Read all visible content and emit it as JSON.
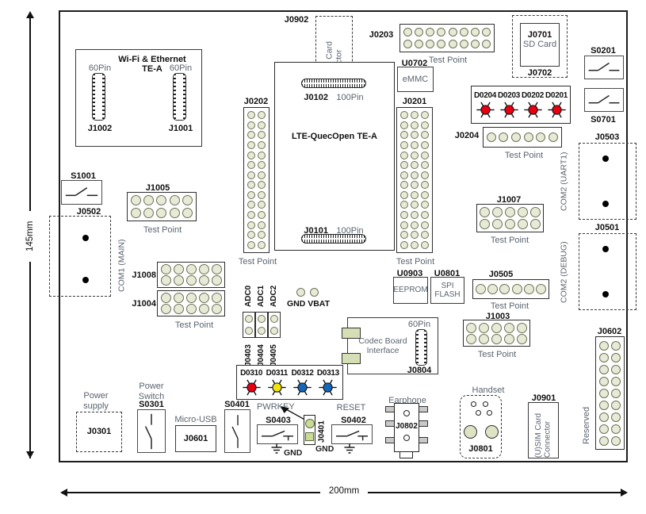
{
  "dimensions": {
    "height": "145mm",
    "width": "200mm"
  },
  "colors": {
    "led_red": "#e60012",
    "led_yellow": "#f2e409",
    "led_blue": "#1467b8",
    "pin_fill": "#e7ead6"
  },
  "components": {
    "wifi": {
      "title": "Wi-Fi & Ethernet TE-A",
      "left": {
        "pins": "60Pin",
        "ref": "J1002"
      },
      "right": {
        "pins": "60Pin",
        "ref": "J1001"
      }
    },
    "sim_top": {
      "ref": "J0902",
      "label": "(U)SIM Card Connector"
    },
    "j0203": {
      "ref": "J0203",
      "caption": "Test Point",
      "rows": 2,
      "cols": 8
    },
    "sd": {
      "outer": "J0702",
      "inner": "J0701",
      "label": "SD Card"
    },
    "s0201": {
      "ref": "S0201"
    },
    "s0701": {
      "ref": "S0701"
    },
    "emmc": {
      "ref": "U0702",
      "label": "eMMC"
    },
    "leds_top": {
      "items": [
        {
          "ref": "D0204",
          "color": "#e60012"
        },
        {
          "ref": "D0203",
          "color": "#e60012"
        },
        {
          "ref": "D0202",
          "color": "#e60012"
        },
        {
          "ref": "D0201",
          "color": "#e60012"
        }
      ]
    },
    "j0204": {
      "ref": "J0204",
      "caption": "Test Point",
      "rows": 1,
      "cols": 6
    },
    "com_uart1": {
      "ref": "J0503",
      "label": "COM2 (UART1)"
    },
    "com_debug": {
      "ref": "J0501",
      "label": "COM2 (DEBUG)"
    },
    "module": {
      "title": "LTE-QuecOpen TE-A",
      "top": {
        "ref": "J0102",
        "pins": "100Pin"
      },
      "bottom": {
        "ref": "J0101",
        "pins": "100Pin"
      }
    },
    "j0202": {
      "ref": "J0202",
      "caption": "Test Point",
      "rows": 14,
      "cols": 2
    },
    "j0201": {
      "ref": "J0201",
      "caption": "Test Point",
      "rows": 14,
      "cols": 3
    },
    "s1001": {
      "ref": "S1001"
    },
    "com_main": {
      "ref": "J0502",
      "label": "COM1 (MAIN)"
    },
    "j1005": {
      "ref": "J1005",
      "caption": "Test Point",
      "rows": 2,
      "cols": 5
    },
    "j1008": {
      "ref": "J1008",
      "rows": 2,
      "cols": 5
    },
    "j1004": {
      "ref": "J1004",
      "caption": "Test Point",
      "rows": 2,
      "cols": 5
    },
    "adc": {
      "headers": [
        {
          "top": "ADC0",
          "bottom": "J0403"
        },
        {
          "top": "ADC1",
          "bottom": "J0404"
        },
        {
          "top": "ADC2",
          "bottom": "J0405"
        }
      ]
    },
    "gnd_vbat": {
      "label": "GND VBAT"
    },
    "eeprom": {
      "ref": "U0903",
      "label": "EEPROM"
    },
    "spi_flash": {
      "ref": "U0801",
      "label": "SPI FLASH"
    },
    "j0505": {
      "ref": "J0505",
      "caption": "Test Point",
      "rows": 1,
      "cols": 6
    },
    "j1007": {
      "ref": "J1007",
      "caption": "Test Point",
      "rows": 2,
      "cols": 5
    },
    "j1003": {
      "ref": "J1003",
      "caption": "Test Point",
      "rows": 2,
      "cols": 5
    },
    "codec": {
      "label": "Codec Board Interface",
      "pins": "60Pin",
      "ref": "J0804"
    },
    "leds_bottom": {
      "items": [
        {
          "ref": "D0310",
          "color": "#e60012"
        },
        {
          "ref": "D0311",
          "color": "#f2e409"
        },
        {
          "ref": "D0312",
          "color": "#1467b8"
        },
        {
          "ref": "D0313",
          "color": "#1467b8"
        }
      ]
    },
    "psu": {
      "label": "Power supply",
      "ref": "J0301"
    },
    "power_switch": {
      "label": "Power Switch",
      "ref": "S0301"
    },
    "micro_usb": {
      "label": "Micro-USB",
      "ref": "J0601"
    },
    "s0401": {
      "ref": "S0401"
    },
    "pwrkey": {
      "label": "PWRKEY",
      "switch": "S0403",
      "gnd": "GND",
      "header": "J0401"
    },
    "reset": {
      "label": "RESET",
      "switch": "S0402",
      "gnd": "GND"
    },
    "earphone": {
      "label": "Earphone",
      "ref": "J0802"
    },
    "handset": {
      "label": "Handset",
      "ref": "J0801"
    },
    "sim_bottom": {
      "ref": "J0901",
      "label": "(U)SIM Card Connector"
    },
    "reserved": {
      "ref": "J0602",
      "label": "Reserved",
      "rows": 9,
      "cols": 2
    }
  }
}
